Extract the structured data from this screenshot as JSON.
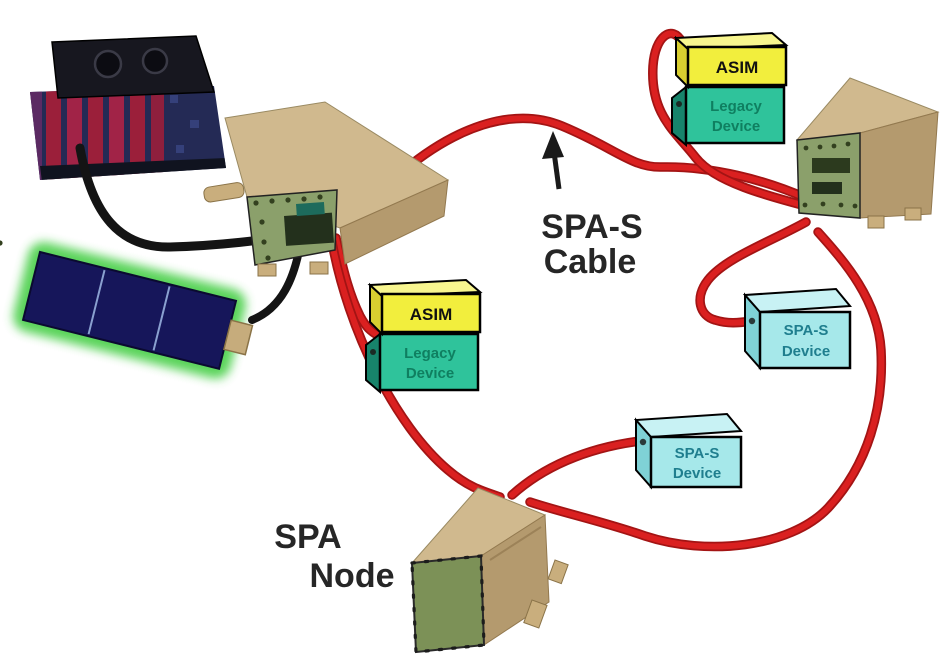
{
  "labels": {
    "spa_s_cable_line1": "SPA-S",
    "spa_s_cable_line2": "Cable",
    "spa_node_line1": "SPA",
    "spa_node_line2": "Node"
  },
  "devices": {
    "asim_top_right": {
      "asim_label": "ASIM",
      "body_line1": "Legacy",
      "body_line2": "Device"
    },
    "asim_middle": {
      "asim_label": "ASIM",
      "body_line1": "Legacy",
      "body_line2": "Device"
    },
    "spas_right": {
      "line1": "SPA-S",
      "line2": "Device"
    },
    "spas_lower": {
      "line1": "SPA-S",
      "line2": "Device"
    }
  },
  "colors": {
    "cable_red": "#da2020",
    "cable_red_dark": "#a31414",
    "cable_black": "#141414",
    "asim_yellow": "#f2ee3d",
    "asim_yellow_side": "#d8ce30",
    "legacy_teal": "#2fc39b",
    "legacy_teal_side": "#17846b",
    "spas_cyan": "#a6e8ea",
    "spas_cyan_side": "#7fd2d6",
    "node_tan_top": "#d0b98e",
    "node_tan_side": "#b49a6e",
    "node_pcb_green": "#8ba06b",
    "node_pcb_green_dark": "#7c9157",
    "solar_glow_green": "#3ecc3e",
    "solar_panel_navy": "#16165a",
    "instrument_navy": "#242a55",
    "instrument_stripe_red": "#9b1f3a"
  }
}
